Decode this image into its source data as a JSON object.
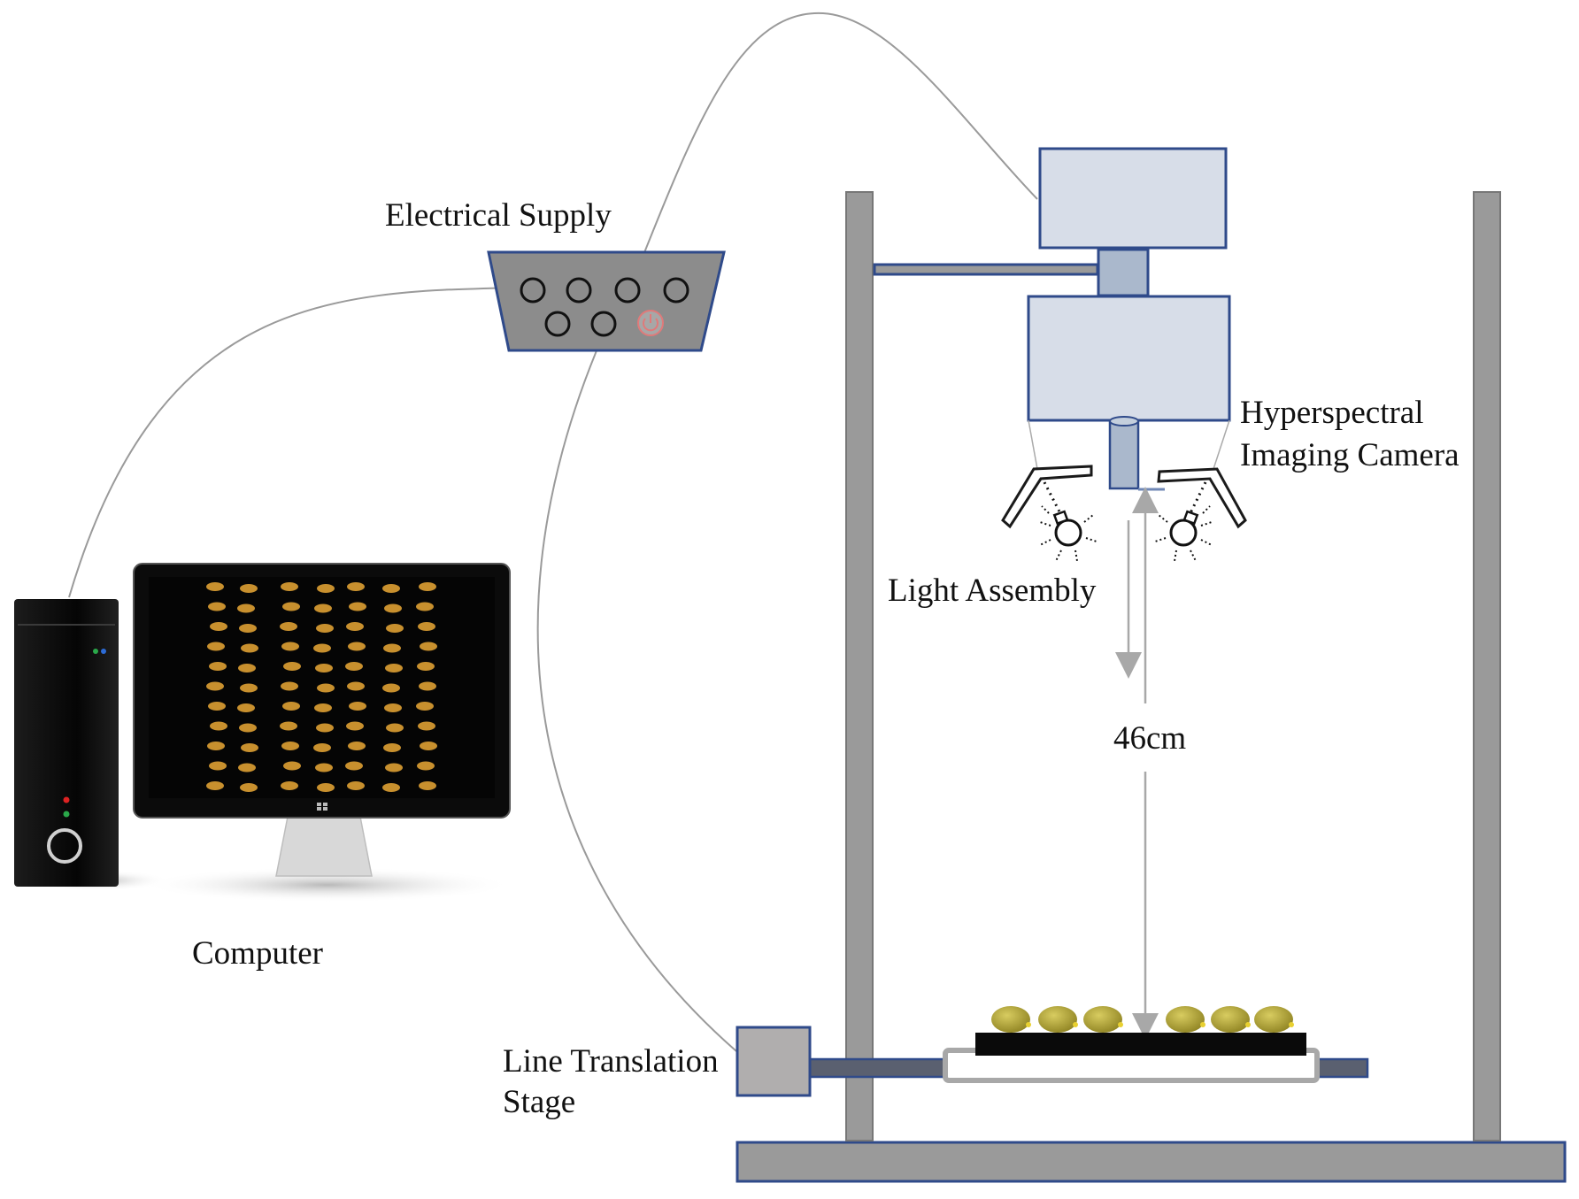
{
  "labels": {
    "electrical_supply": "Electrical Supply",
    "camera_line1": "Hyperspectral",
    "camera_line2": "Imaging Camera",
    "light_assembly": "Light Assembly",
    "distance": "46cm",
    "computer": "Computer",
    "stage_line1": "Line Translation",
    "stage_line2": "Stage"
  },
  "colors": {
    "frame_fill": "#9a9a9a",
    "outline_blue": "#2f4a8a",
    "camera_fill": "#d7dde8",
    "supply_fill": "#8c8c8c",
    "power_icon": "#e07a7a",
    "cable": "#9a9a9a",
    "seed": "#b8a83a",
    "tray": "#0a0a0a",
    "screen_seed": "#c8902e"
  },
  "icons": {
    "supply_sockets": "socket-icon",
    "power": "power-icon",
    "lamp": "bulb-icon"
  }
}
